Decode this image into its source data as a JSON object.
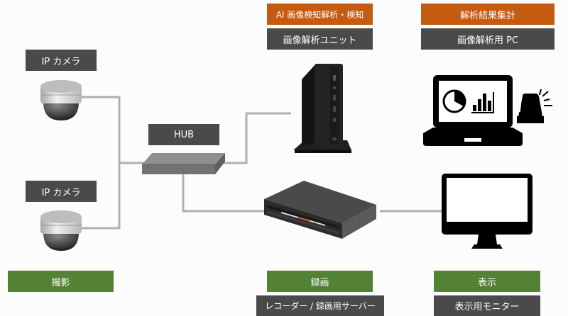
{
  "analysis": {
    "function_label": "AI 画像検知解析・検知",
    "device_label": "画像解析ユニット"
  },
  "aggregation": {
    "function_label": "解析結果集計",
    "device_label": "画像解析用 PC"
  },
  "cameras": [
    {
      "device_label": "IP カメラ"
    },
    {
      "device_label": "IP カメラ"
    }
  ],
  "hub": {
    "device_label": "HUB"
  },
  "capture": {
    "function_label": "撮影"
  },
  "recording": {
    "function_label": "録画",
    "device_label": "レコーダー / 録画用サーバー"
  },
  "display": {
    "function_label": "表示",
    "device_label": "表示用モニター"
  },
  "colors": {
    "device_label_bg": "#4a4a4a",
    "analysis_label_bg": "#c55a11",
    "function_label_bg": "#548235",
    "connection_line": "#b0b0b0"
  }
}
